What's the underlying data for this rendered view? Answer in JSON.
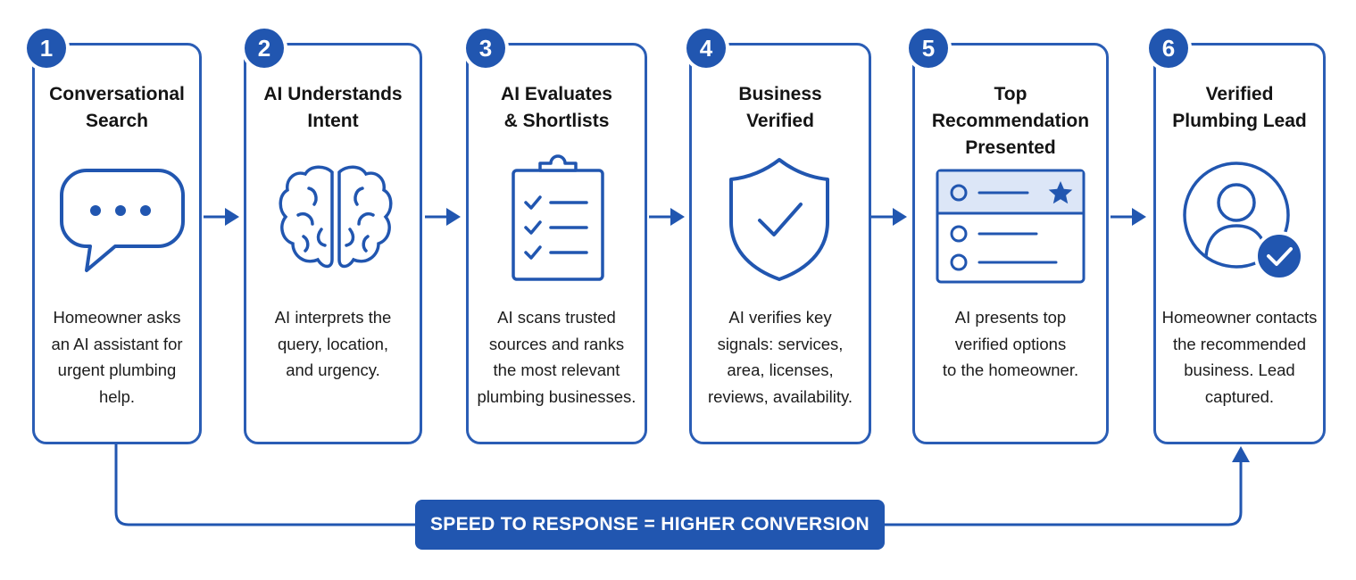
{
  "colors": {
    "primary": "#2156b0",
    "outline": "#2a5db5",
    "highlight": "#dce6f7"
  },
  "steps": [
    {
      "number": "1",
      "icon": "chat-bubble-icon",
      "title": [
        "Conversational",
        "Search"
      ],
      "description": [
        "Homeowner asks",
        "an AI assistant for",
        "urgent plumbing",
        "help."
      ]
    },
    {
      "number": "2",
      "icon": "brain-icon",
      "title": [
        "AI Understands",
        "Intent"
      ],
      "description": [
        "AI interprets the",
        "query, location,",
        "and urgency."
      ]
    },
    {
      "number": "3",
      "icon": "clipboard-checklist-icon",
      "title": [
        "AI Evaluates",
        "& Shortlists"
      ],
      "description": [
        "AI scans trusted",
        "sources and ranks",
        "the most relevant",
        "plumbing businesses."
      ]
    },
    {
      "number": "4",
      "icon": "shield-check-icon",
      "title": [
        "Business",
        "Verified"
      ],
      "description": [
        "AI verifies key",
        "signals: services,",
        "area, licenses,",
        "reviews, availability."
      ]
    },
    {
      "number": "5",
      "icon": "ranked-list-icon",
      "title": [
        "Top Recommendation",
        "Presented"
      ],
      "description": [
        "AI presents top",
        "verified options",
        "to the homeowner."
      ]
    },
    {
      "number": "6",
      "icon": "user-verified-icon",
      "title": [
        "Verified",
        "Plumbing Lead"
      ],
      "description": [
        "Homeowner contacts",
        "the recommended",
        "business. Lead",
        "captured."
      ]
    }
  ],
  "banner": {
    "label": "SPEED TO RESPONSE = HIGHER CONVERSION"
  }
}
